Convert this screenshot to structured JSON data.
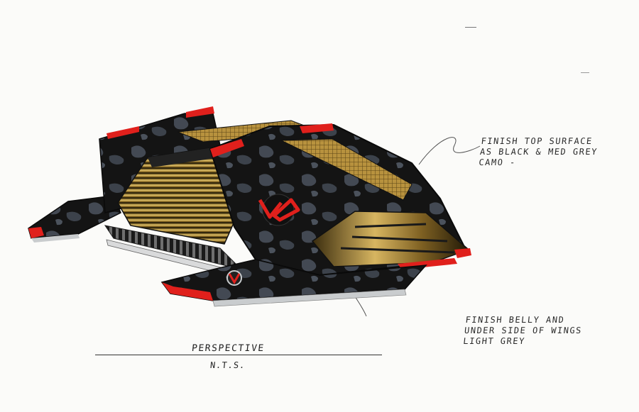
{
  "annotations": {
    "top_surface": "FINISH TOP SURFACE\nAS BLACK & MED GREY\nCAMO -",
    "belly": "FINISH BELLY AND\nUNDER SIDE OF WINGS\nLIGHT GREY"
  },
  "caption": {
    "view": "PERSPECTIVE",
    "scale": "N.T.S."
  },
  "colors": {
    "hull_black": "#121212",
    "camo_grey": "#4a4f57",
    "accent_red": "#e0201c",
    "gold": "#c9a24a",
    "belly_grey": "#c9ccce",
    "paper": "#fbfbf9"
  }
}
